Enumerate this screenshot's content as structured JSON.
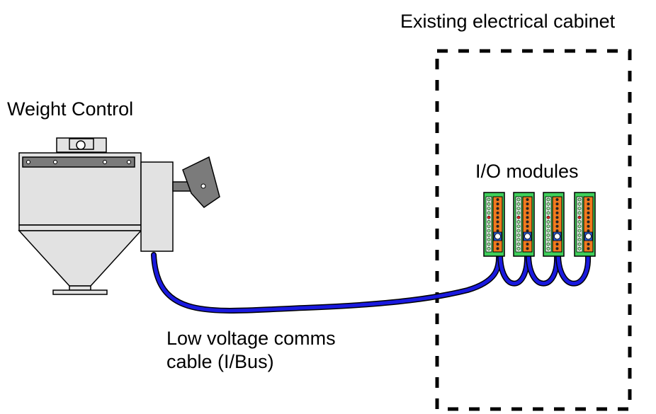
{
  "labels": {
    "cabinet": "Existing electrical cabinet",
    "weight_control": "Weight Control",
    "io_modules": "I/O modules",
    "cable_line1": "Low voltage comms",
    "cable_line2": "cable (I/Bus)"
  },
  "colors": {
    "cable": "#1a1adf",
    "module_green": "#3fcf5a",
    "module_orange": "#f07a1e",
    "module_blue": "#2a5ad6",
    "hopper_body": "#e2e2e2",
    "hopper_lid": "#7b7b7b"
  },
  "io_module_count": 4
}
